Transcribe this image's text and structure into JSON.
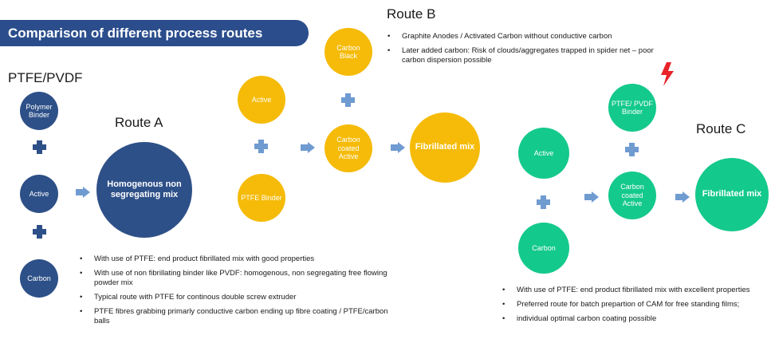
{
  "title": "Comparison of different process routes",
  "labels": {
    "ptfe_pvdf": "PTFE/PVDF",
    "route_a": "Route A",
    "route_b": "Route B",
    "route_c": "Route C"
  },
  "route_a": {
    "inputs": [
      "Polymer Binder",
      "Active",
      "Carbon"
    ],
    "output": "Homogenous non segregating mix",
    "notes": [
      "With use of PTFE: end product fibrillated mix with good properties",
      "With use of non fibrillating binder like PVDF: homogenous, non segregating free flowing powder mix",
      "Typical route with PTFE for continous double screw extruder",
      "PTFE fibres grabbing primarly conductive carbon ending up fibre coating / PTFE/carbon balls"
    ]
  },
  "route_b": {
    "inputs": [
      "Active",
      "PTFE Binder"
    ],
    "carbon_black": "Carbon Black",
    "intermediate": "Carbon coated Active",
    "output": "Fibrillated mix",
    "notes": [
      "Graphite Anodes / Activated Carbon without conductive carbon",
      "Later added carbon: Risk of clouds/aggregates trapped in spider net – poor carbon dispersion possible"
    ]
  },
  "route_c": {
    "inputs": [
      "Active",
      "Carbon"
    ],
    "binder": "PTFE/ PVDF Binder",
    "intermediate": "Carbon coated Active",
    "output": "Fibrillated mix",
    "notes": [
      "With use of PTFE: end product fibrillated mix with excellent properties",
      "Preferred route for batch prepartion of CAM for free standing films;",
      "individual optimal carbon coating possible"
    ]
  },
  "colors": {
    "route_a": "#2e5088",
    "route_b": "#f5bb08",
    "route_c": "#14c98c",
    "banner": "#2b4d8c",
    "arrow": "#6f9bd1",
    "warning": "#e8232a"
  },
  "icons": {
    "warning": "lightning-bolt-icon"
  }
}
